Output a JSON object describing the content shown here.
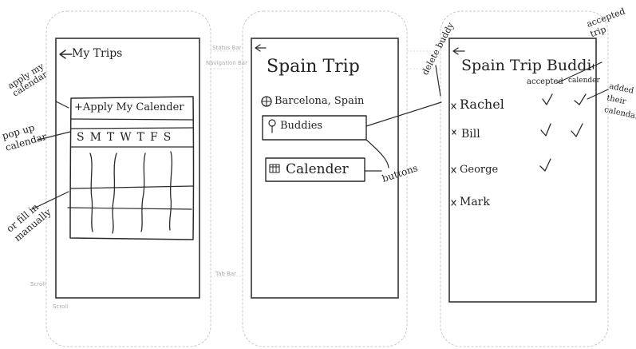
{
  "phone1": {
    "back_label": "My Trips",
    "apply_calendar": "+Apply My Calender",
    "week_header": "SMTWTFS"
  },
  "phone2": {
    "title": "Spain Trip",
    "location": "Barcelona, Spain",
    "buddies_button": "Buddies",
    "calendar_button": "Calender"
  },
  "phone3": {
    "title": "Spain Trip Buddies",
    "col_accepted": "accepted",
    "col_calendar": "calender",
    "buddies": [
      {
        "name": "Rachel",
        "accepted": true,
        "calendar": true
      },
      {
        "name": "Bill",
        "accepted": true,
        "calendar": true
      },
      {
        "name": "George",
        "accepted": true,
        "calendar": false
      },
      {
        "name": "Mark",
        "accepted": false,
        "calendar": false
      }
    ]
  },
  "annotations": {
    "apply_my_calendar": "apply my calendar",
    "pop_up_calendar": "pop up calendar",
    "or_fill_manually": "or fill in manually",
    "buttons": "buttons",
    "delete_buddy": "delete buddy",
    "accepted_trip": "accepted trip",
    "added_their_calendar": "added their calendar"
  },
  "labels": {
    "status_bar": "Status Bar",
    "navigation_bar": "Navigation Bar",
    "tab_bar": "Tab Bar",
    "scroll": "Scroll",
    "scroll_bottom": "Scroll"
  }
}
